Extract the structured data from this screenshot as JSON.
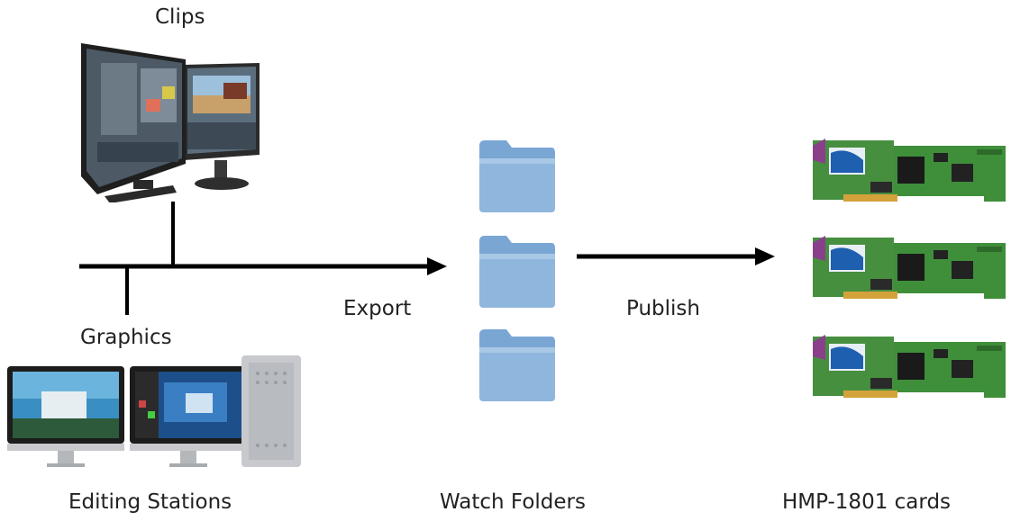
{
  "labels": {
    "clips": "Clips",
    "graphics": "Graphics",
    "export": "Export",
    "publish": "Publish",
    "editing_stations": "Editing Stations",
    "watch_folders": "Watch Folders",
    "cards": "HMP-1801 cards"
  },
  "colors": {
    "line": "#000000",
    "folder": "#8fb6dd",
    "folder_tab": "#7aa6d4",
    "pcb": "#3f8f3a",
    "pcb_dark": "#2e6b2b",
    "card_label": "#1f5fb0",
    "monitor_frame": "#2b2b2b",
    "aluminum": "#c7c9cc"
  }
}
